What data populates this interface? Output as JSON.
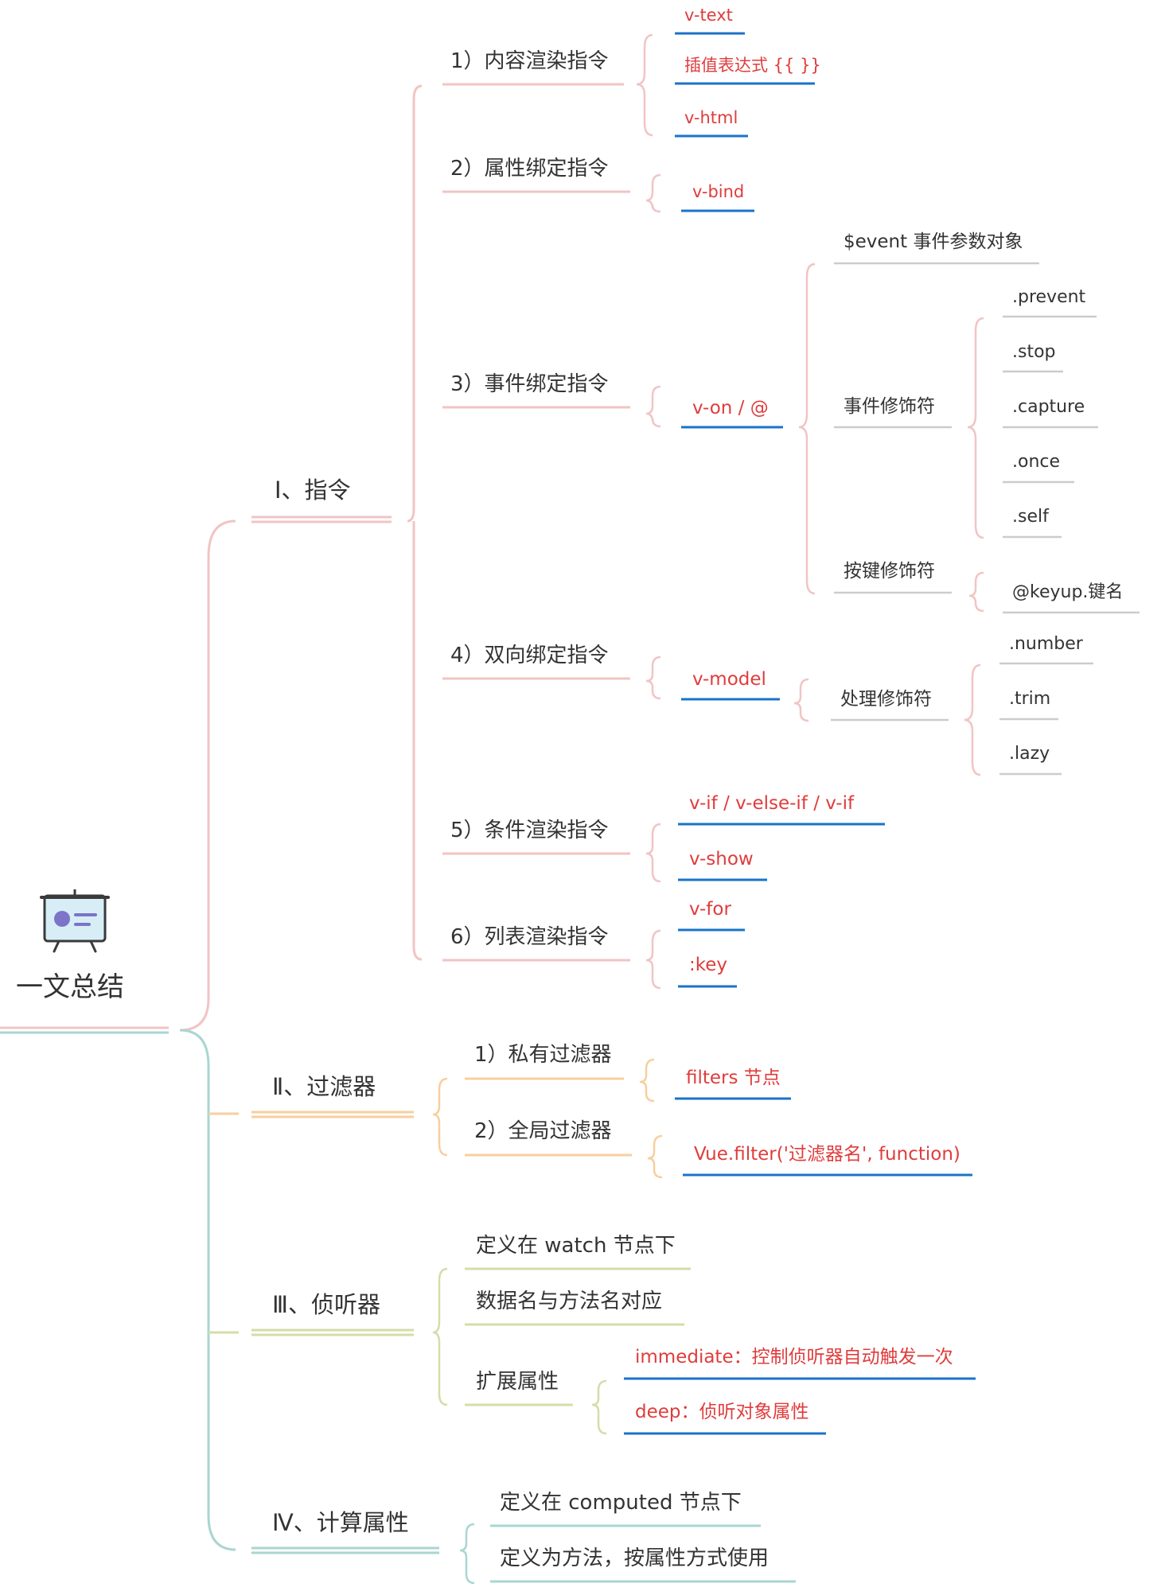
{
  "root": {
    "label": "一文总结",
    "icon": "presentation-board-icon"
  },
  "colors": {
    "text": "#333333",
    "accent": "#e03c3c",
    "underline_blue": "#1a73c9",
    "branch1": "#f2c4c4",
    "branch2": "#f7cf9f",
    "branch3": "#d6dca8",
    "branch4": "#a9d6d2",
    "leaf_gray": "#cccccc",
    "icon_fill": "#d7eef7",
    "icon_stroke": "#3a3a3a",
    "icon_pie": "#7b74c9"
  },
  "branches": [
    {
      "title": "Ⅰ、指令",
      "items": [
        {
          "label": "1）内容渲染指令",
          "children": [
            "v-text",
            "插值表达式 {{ }}",
            "v-html"
          ]
        },
        {
          "label": "2）属性绑定指令",
          "children": [
            "v-bind"
          ]
        },
        {
          "label": "3）事件绑定指令",
          "child": "v-on / @",
          "sub": {
            "event_obj": "$event  事件参数对象",
            "event_mod": {
              "label": "事件修饰符",
              "items": [
                ".prevent",
                ".stop",
                ".capture",
                ".once",
                ".self"
              ]
            },
            "key_mod": {
              "label": "按键修饰符",
              "items": [
                "@keyup.键名"
              ]
            }
          }
        },
        {
          "label": "4）双向绑定指令",
          "child": "v-model",
          "sub": {
            "label": "处理修饰符",
            "items": [
              ".number",
              ".trim",
              ".lazy"
            ]
          }
        },
        {
          "label": "5）条件渲染指令",
          "children": [
            "v-if / v-else-if / v-if",
            "v-show"
          ]
        },
        {
          "label": "6）列表渲染指令",
          "children": [
            "v-for",
            ":key"
          ]
        }
      ]
    },
    {
      "title": "Ⅱ、过滤器",
      "items": [
        {
          "label": "1）私有过滤器",
          "children": [
            "filters 节点"
          ]
        },
        {
          "label": "2）全局过滤器",
          "children": [
            "Vue.filter('过滤器名', function)"
          ]
        }
      ]
    },
    {
      "title": "Ⅲ、侦听器",
      "items": [
        {
          "label": "定义在 watch 节点下"
        },
        {
          "label": "数据名与方法名对应"
        },
        {
          "label": "扩展属性",
          "children": [
            "immediate：控制侦听器自动触发一次",
            "deep：侦听对象属性"
          ]
        }
      ]
    },
    {
      "title": "Ⅳ、计算属性",
      "items": [
        {
          "label": "定义在 computed 节点下"
        },
        {
          "label": "定义为方法，按属性方式使用"
        }
      ]
    }
  ]
}
